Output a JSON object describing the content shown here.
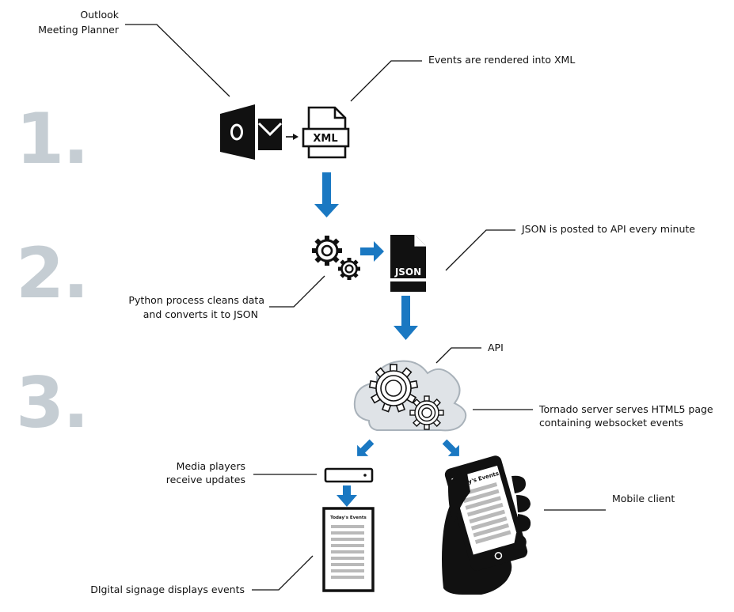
{
  "steps": [
    "1.",
    "2.",
    "3."
  ],
  "labels": {
    "outlook": [
      "Outlook",
      "Meeting Planner"
    ],
    "xml_render": "Events are rendered into XML",
    "json_post": "JSON is posted to API every minute",
    "python": [
      "Python process cleans data",
      "and converts it to JSON"
    ],
    "api": "API",
    "tornado": [
      "Tornado server serves HTML5 page",
      "containing websocket events"
    ],
    "media_players": [
      "Media players",
      "receive updates"
    ],
    "mobile_client": "Mobile client",
    "digital_signage": "DIgital signage displays events"
  },
  "icons": {
    "xml_file": "XML",
    "json_file": "JSON",
    "signage_heading": "Today's Events",
    "phone_heading": "Today's Events"
  },
  "colors": {
    "arrow": "#1a78c2",
    "step_number": "#c5cdd3",
    "cloud_fill": "#dfe3e7",
    "cloud_stroke": "#a9b2ba"
  }
}
